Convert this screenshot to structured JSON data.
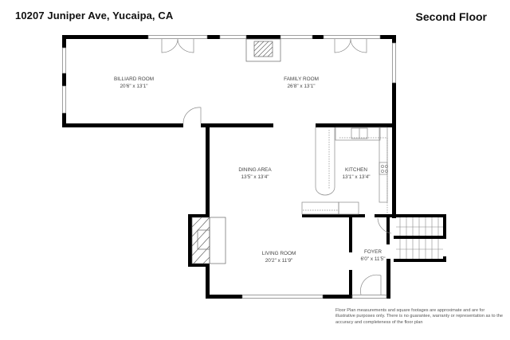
{
  "header": {
    "address": "10207 Juniper Ave, Yucaipa, CA",
    "floor_label": "Second Floor"
  },
  "rooms": [
    {
      "name": "BILLIARD ROOM",
      "dimensions": "20'6\" x 13'1\""
    },
    {
      "name": "FAMILY ROOM",
      "dimensions": "26'8\" x 13'1\""
    },
    {
      "name": "DINING AREA",
      "dimensions": "13'5\" x 13'4\""
    },
    {
      "name": "KITCHEN",
      "dimensions": "13'1\" x 13'4\""
    },
    {
      "name": "LIVING ROOM",
      "dimensions": "20'2\" x 11'9\""
    },
    {
      "name": "FOYER",
      "dimensions": "6'0\" x 11'5\""
    }
  ],
  "disclaimer": "Floor Plan measurements and square footages are approximate and are for illustrative purposes only. There is no guarantee, warranty or representation as to the accuracy and completeness of the floor plan",
  "colors": {
    "wall": "#000000",
    "fixture": "#888888",
    "text": "#444444"
  }
}
